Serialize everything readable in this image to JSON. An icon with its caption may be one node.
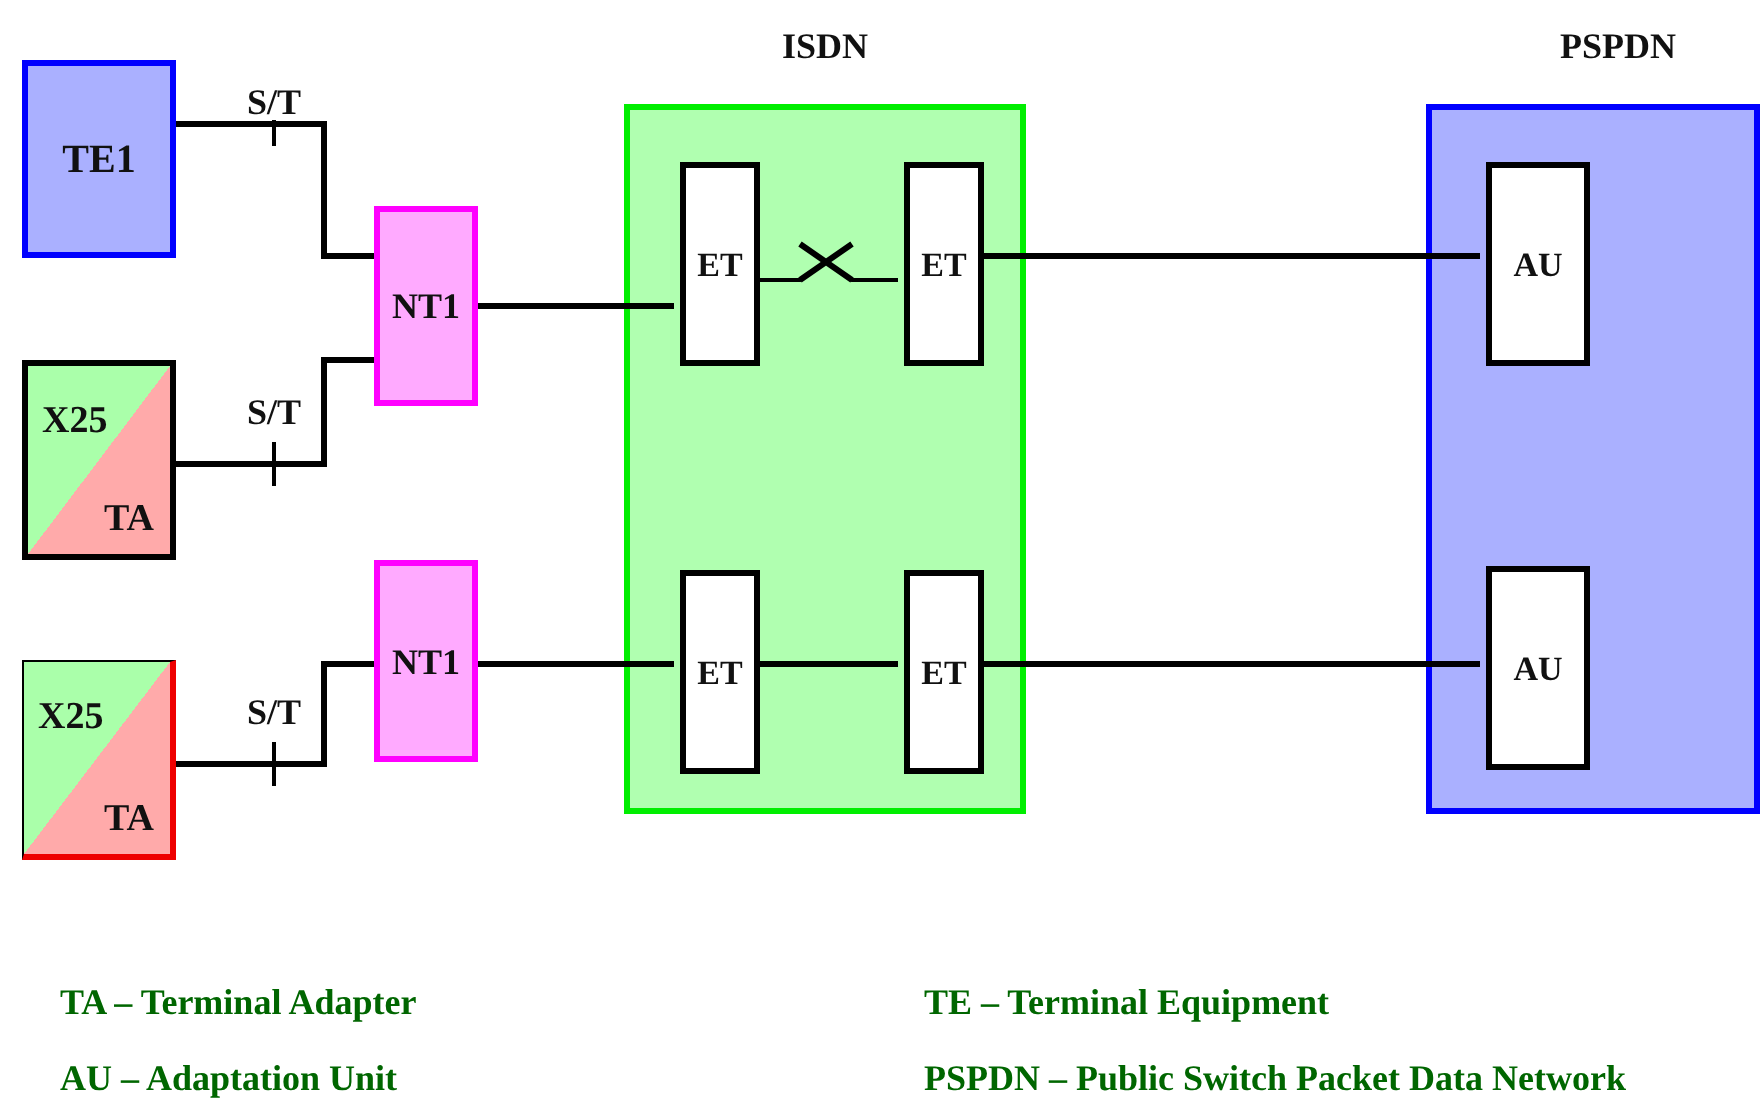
{
  "diagram": {
    "nodes": [
      {
        "text": [
          "TE1"
        ]
      },
      {
        "text": [
          "X25",
          "TA"
        ]
      },
      {
        "text": [
          "X25",
          "TA"
        ]
      },
      {
        "text": [
          "NT1"
        ]
      },
      {
        "text": [
          "NT1"
        ]
      },
      {
        "text": [
          "ISDN"
        ]
      },
      {
        "text": [
          "ET"
        ],
        "in": 5
      },
      {
        "text": [
          "ET"
        ],
        "in": 5
      },
      {
        "text": [
          "ET"
        ],
        "in": 5
      },
      {
        "text": [
          "ET"
        ],
        "in": 5
      },
      {
        "text": [
          "PSPDN"
        ]
      },
      {
        "text": [
          "AU"
        ],
        "in": 10
      },
      {
        "text": [
          "AU"
        ],
        "in": 10
      }
    ],
    "edges": [
      {
        "from": 0,
        "to": 3,
        "arrow": "none",
        "label": "S/T"
      },
      {
        "from": 1,
        "to": 3,
        "arrow": "none",
        "label": "S/T"
      },
      {
        "from": 2,
        "to": 4,
        "arrow": "none",
        "label": "S/T"
      },
      {
        "from": 3,
        "to": 6,
        "arrow": "none"
      },
      {
        "from": 6,
        "to": 7,
        "arrow": "none"
      },
      {
        "from": 7,
        "to": 11,
        "arrow": "none"
      },
      {
        "from": 4,
        "to": 8,
        "arrow": "none"
      },
      {
        "from": 8,
        "to": 9,
        "arrow": "none"
      },
      {
        "from": 9,
        "to": 12,
        "arrow": "none"
      }
    ],
    "labels": [
      "TA – Terminal Adapter",
      "TE – Terminal Equipment",
      "AU – Adaptation Unit",
      "PSPDN – Public Switch Packet Data Network"
    ]
  }
}
